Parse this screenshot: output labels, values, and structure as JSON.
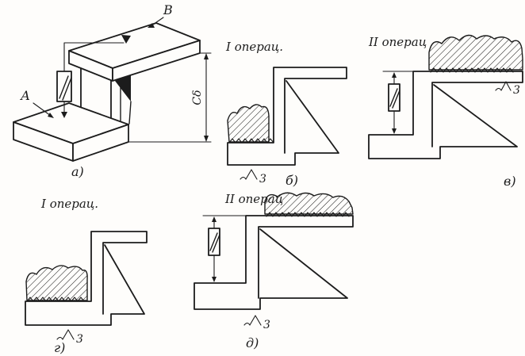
{
  "page": {
    "paper": "#fefdfb",
    "ink": "#1c1c1c"
  },
  "figure": {
    "panel_a": {
      "label": "а)",
      "surface_top": "В",
      "surface_step": "А",
      "dimension": "Сδ"
    },
    "panel_b": {
      "title": "I операц.",
      "label": "б)",
      "finish_class": "3"
    },
    "panel_v": {
      "title": "II операц",
      "label": "в)",
      "finish_class": "3"
    },
    "panel_g": {
      "title": "I операц.",
      "label": "г)",
      "finish_class": "3"
    },
    "panel_d": {
      "title": "II операц",
      "label": "д)",
      "finish_class": "3"
    },
    "icons": {
      "measuring_indicator": "dial-indicator-icon",
      "surface_finish": "finish-mark-icon",
      "machined_surface": "zigzag-marks-icon",
      "stock_material": "hatched-blob-icon"
    }
  }
}
